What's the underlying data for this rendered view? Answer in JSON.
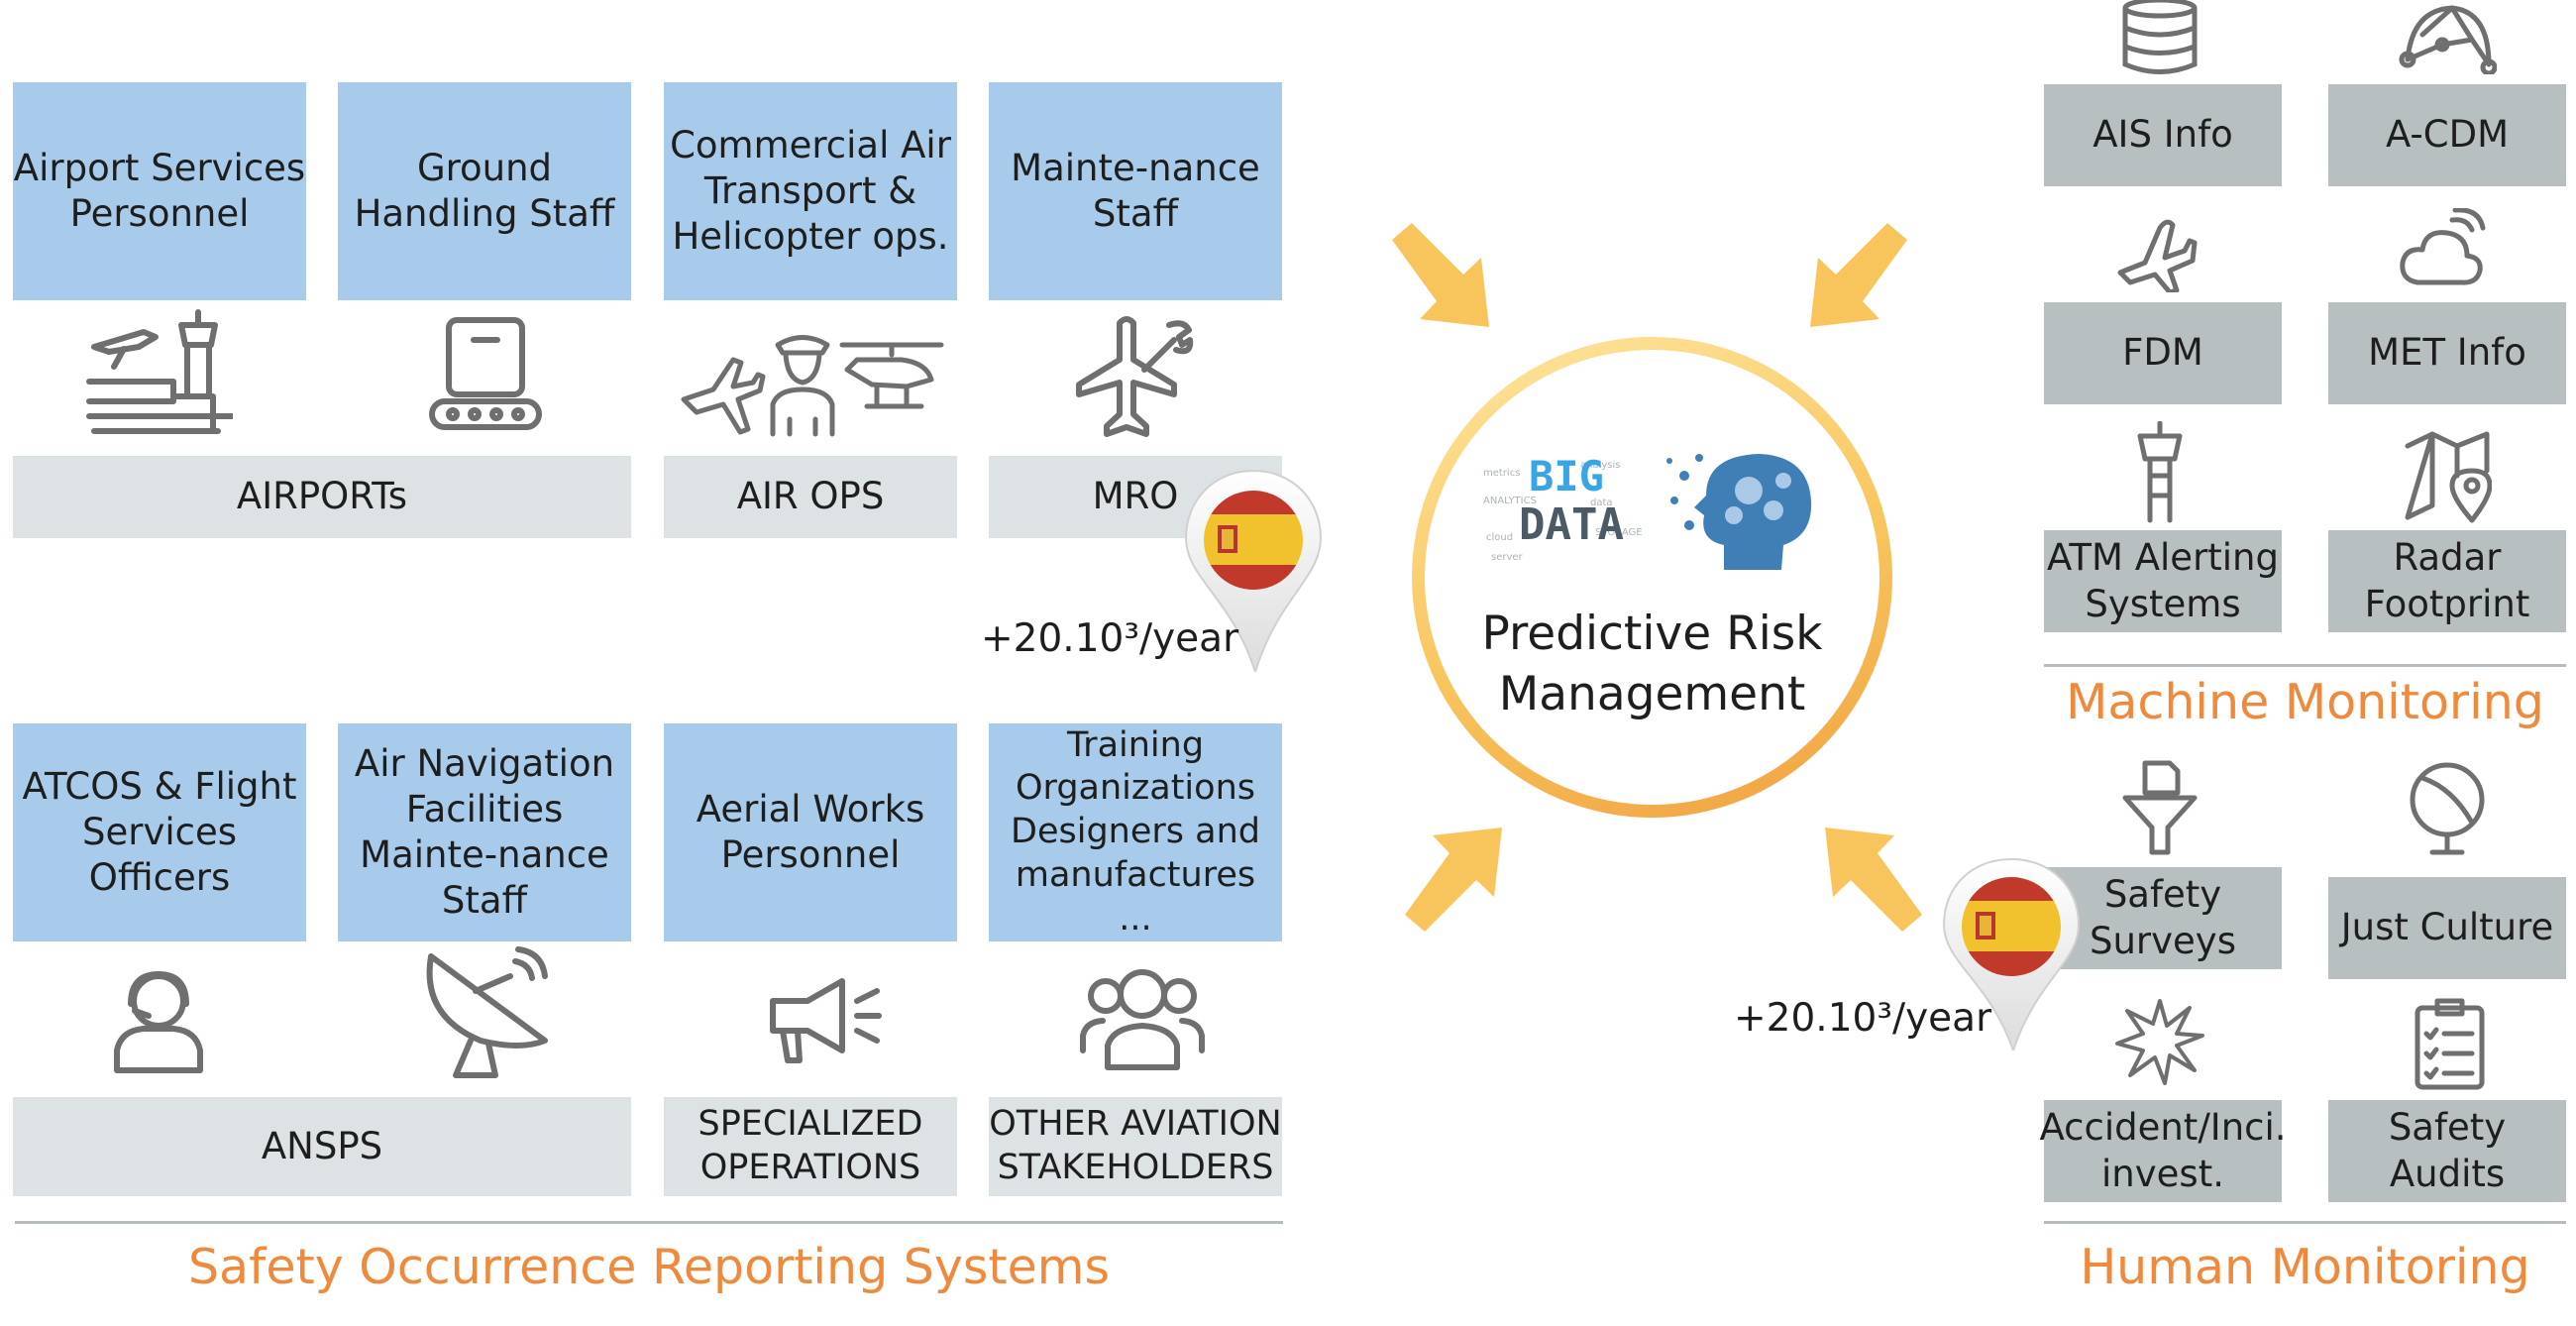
{
  "sors": {
    "top_roles": [
      "Airport Services Personnel",
      "Ground Handling Staff",
      "Commercial Air Transport & Helicopter ops.",
      "Mainte-nance Staff"
    ],
    "top_groups": [
      "AIRPORTs",
      "AIR OPS",
      "MRO"
    ],
    "bottom_roles": [
      "ATCOS & Flight Services Officers",
      "Air Navigation Facilities Mainte-nance Staff",
      "Aerial Works Personnel",
      "Training Organizations Designers and manufactures ..."
    ],
    "bottom_groups": [
      "ANSPS",
      "SPECIALIZED OPERATIONS",
      "OTHER AVIATION STAKEHOLDERS"
    ],
    "title": "Safety Occurrence Reporting Systems",
    "rate": "+20.10³/year"
  },
  "center": {
    "title": "Predictive Risk Management",
    "big_data_label": "BIG DATA"
  },
  "machine": {
    "items": [
      "AIS Info",
      "A-CDM",
      "FDM",
      "MET Info",
      "ATM Alerting Systems",
      "Radar Footprint"
    ],
    "title": "Machine Monitoring"
  },
  "human": {
    "items": [
      "Safety Surveys",
      "Just Culture",
      "Accident/Inci. invest.",
      "Safety Audits"
    ],
    "title": "Human Monitoring",
    "rate": "+20.10³/year"
  },
  "colors": {
    "blue_box": "#a8cbeb",
    "gray_box": "#dde2e4",
    "machine_box": "#b7bfc1",
    "accent": "#ef8a3c",
    "arrow": "#f8c55c"
  }
}
